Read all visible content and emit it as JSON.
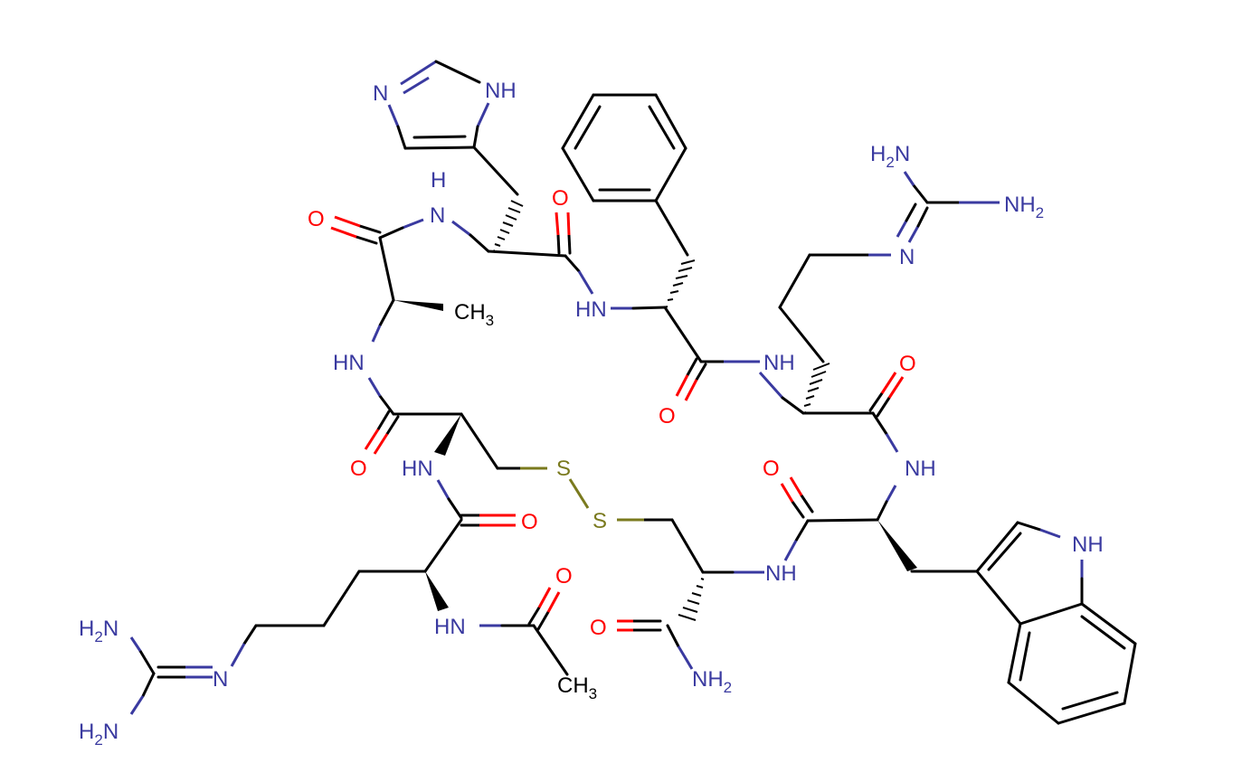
{
  "diagram": {
    "type": "chemical-structure",
    "description": "Cyclic peptide with disulfide bridge: Ac-Arg-Cys-Ala-His-Phe-Arg-Trp-Cys-NH2 (cyclized via disulfide and backbone)",
    "colors": {
      "carbon_bond": "#000000",
      "nitrogen": "#3a3aa0",
      "oxygen": "#ff0000",
      "sulfur": "#7a7a1e",
      "background": "#ffffff"
    },
    "labels": {
      "his_ring_N": "N",
      "his_ring_NH": "NH",
      "his_amide_H": "H",
      "his_amide_N": "N",
      "ala_O": "O",
      "ala_CH3": "CH",
      "ala_CH3_sub": "3",
      "his_O": "O",
      "phe_HN": "HN",
      "phe_O": "O",
      "phe_NH": "NH",
      "arg2_O": "O",
      "arg2_gu_H2N": "H",
      "arg2_gu_H2N_sub": "2",
      "arg2_gu_H2N_N": "N",
      "arg2_gu_NH2": "NH",
      "arg2_gu_NH2_sub": "2",
      "arg2_gu_N": "N",
      "ala_HN": "HN",
      "cys1_O": "O",
      "cys1_HN": "HN",
      "S1": "S",
      "S2": "S",
      "arg1_O": "O",
      "trp_NH": "NH",
      "trp_O": "O",
      "trp_indole_NH": "NH",
      "cys2_NH": "NH",
      "cys2_O": "O",
      "cys2_NH2": "NH",
      "cys2_NH2_sub": "2",
      "ac_HN": "HN",
      "ac_O": "O",
      "ac_CH3": "CH",
      "ac_CH3_sub": "3",
      "arg1_gu_H2N_top": "H",
      "arg1_gu_H2N_top_sub": "2",
      "arg1_gu_H2N_top_N": "N",
      "arg1_gu_N": "N",
      "arg1_gu_H2N_bot": "H",
      "arg1_gu_H2N_bot_sub": "2",
      "arg1_gu_H2N_bot_N": "N"
    }
  }
}
